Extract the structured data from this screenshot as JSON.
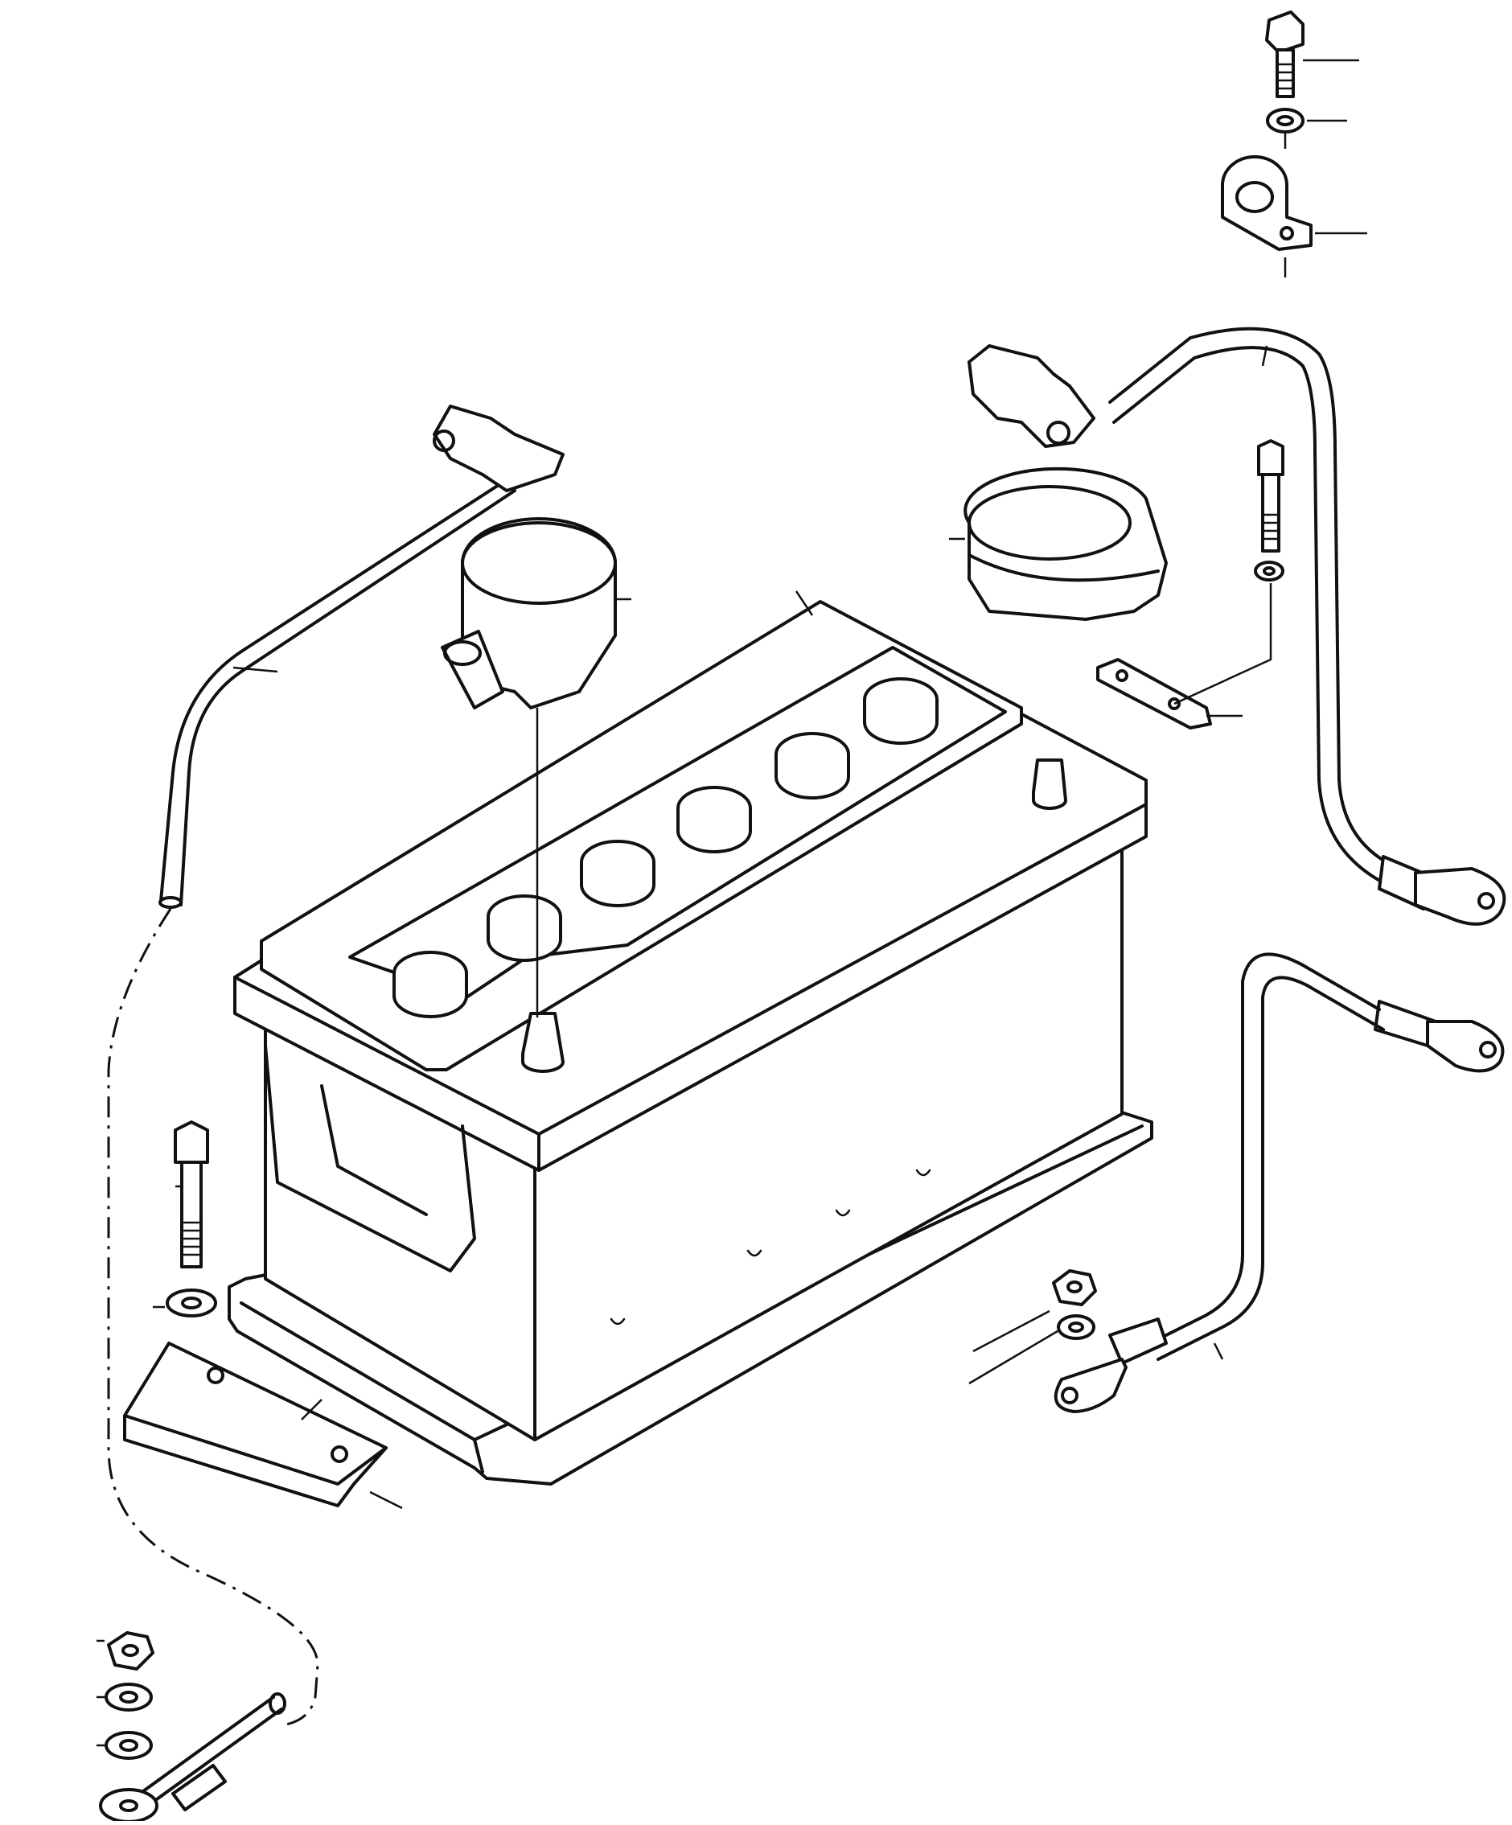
{
  "diagram": {
    "labels": []
  },
  "parts": [
    {
      "name": "battery"
    },
    {
      "name": "positive-terminal-cover"
    },
    {
      "name": "negative-terminal-cover"
    },
    {
      "name": "positive-cable"
    },
    {
      "name": "negative-cable"
    },
    {
      "name": "ground-cable"
    },
    {
      "name": "hold-down-clamp"
    },
    {
      "name": "cable-clip"
    },
    {
      "name": "bolt"
    },
    {
      "name": "washer"
    },
    {
      "name": "nut"
    },
    {
      "name": "lock-washer"
    }
  ],
  "colors": {
    "ink": "#111111",
    "background": "#ffffff"
  }
}
